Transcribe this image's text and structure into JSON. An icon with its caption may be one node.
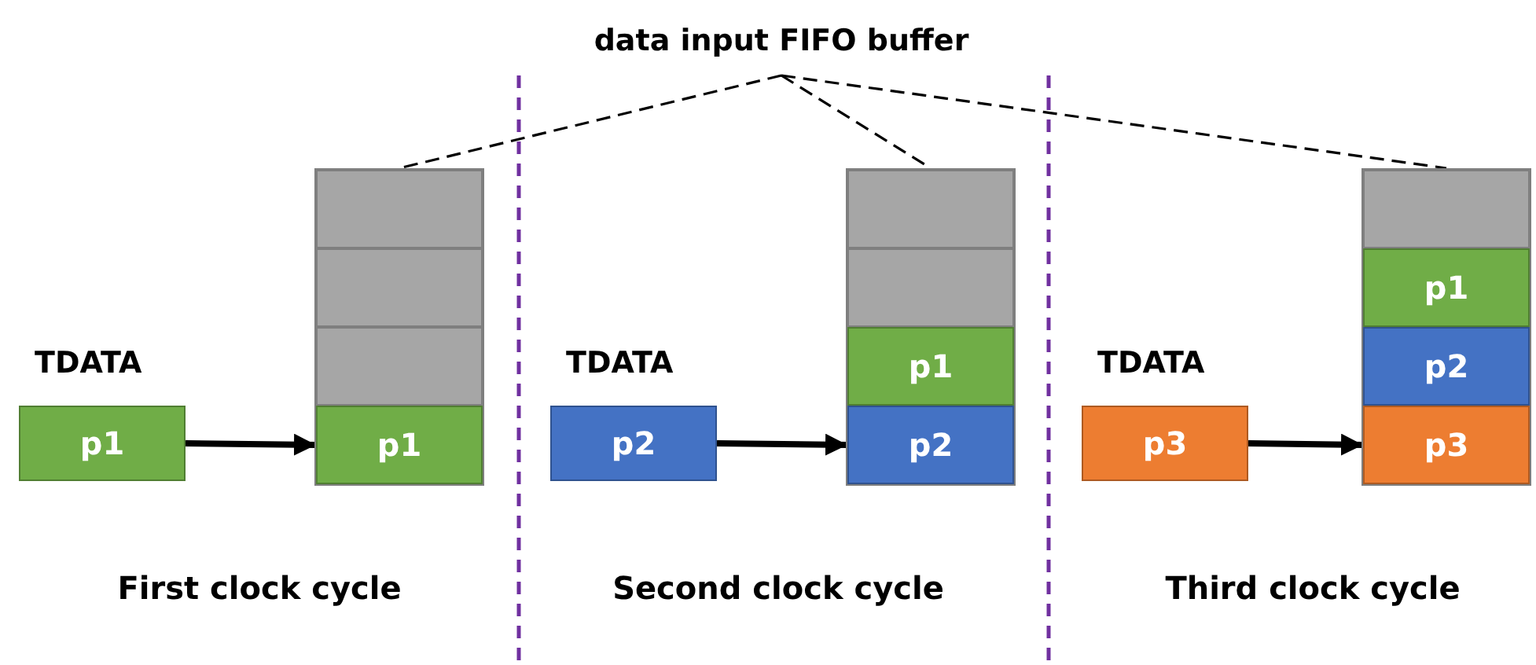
{
  "diagram": {
    "nodes": [
      {
        "text": [
          "data input FIFO buffer"
        ]
      },
      {
        "text": [
          "p1"
        ],
        "beside": [
          "TDATA"
        ]
      },
      {
        "text": [],
        "shape": "box"
      },
      {
        "text": [],
        "shape": "box",
        "in": 2
      },
      {
        "text": [],
        "shape": "box",
        "in": 2
      },
      {
        "text": [],
        "shape": "box",
        "in": 2
      },
      {
        "text": [
          "p1"
        ],
        "in": 2
      },
      {
        "text": [
          "p2"
        ],
        "beside": [
          "TDATA"
        ]
      },
      {
        "text": [],
        "shape": "box"
      },
      {
        "text": [],
        "shape": "box",
        "in": 8
      },
      {
        "text": [],
        "shape": "box",
        "in": 8
      },
      {
        "text": [
          "p1"
        ],
        "in": 8
      },
      {
        "text": [
          "p2"
        ],
        "in": 8
      },
      {
        "text": [
          "p3"
        ],
        "beside": [
          "TDATA"
        ]
      },
      {
        "text": [],
        "shape": "box"
      },
      {
        "text": [],
        "shape": "box",
        "in": 14
      },
      {
        "text": [
          "p1"
        ],
        "in": 14
      },
      {
        "text": [
          "p2"
        ],
        "in": 14
      },
      {
        "text": [
          "p3"
        ],
        "in": 14
      }
    ],
    "edges": [
      {
        "from": 0,
        "to": 2,
        "arrow": "none",
        "style": "dashed"
      },
      {
        "from": 0,
        "to": 8,
        "arrow": "none",
        "style": "dashed"
      },
      {
        "from": 0,
        "to": 14,
        "arrow": "none",
        "style": "dashed"
      },
      {
        "from": 1,
        "to": 6,
        "arrow": "to",
        "style": "thick"
      },
      {
        "from": 7,
        "to": 12,
        "arrow": "to",
        "style": "thick"
      },
      {
        "from": 13,
        "to": 18,
        "arrow": "to",
        "style": "thick"
      }
    ],
    "labels": [
      "First clock cycle",
      "Second clock cycle",
      "Third clock cycle"
    ]
  }
}
